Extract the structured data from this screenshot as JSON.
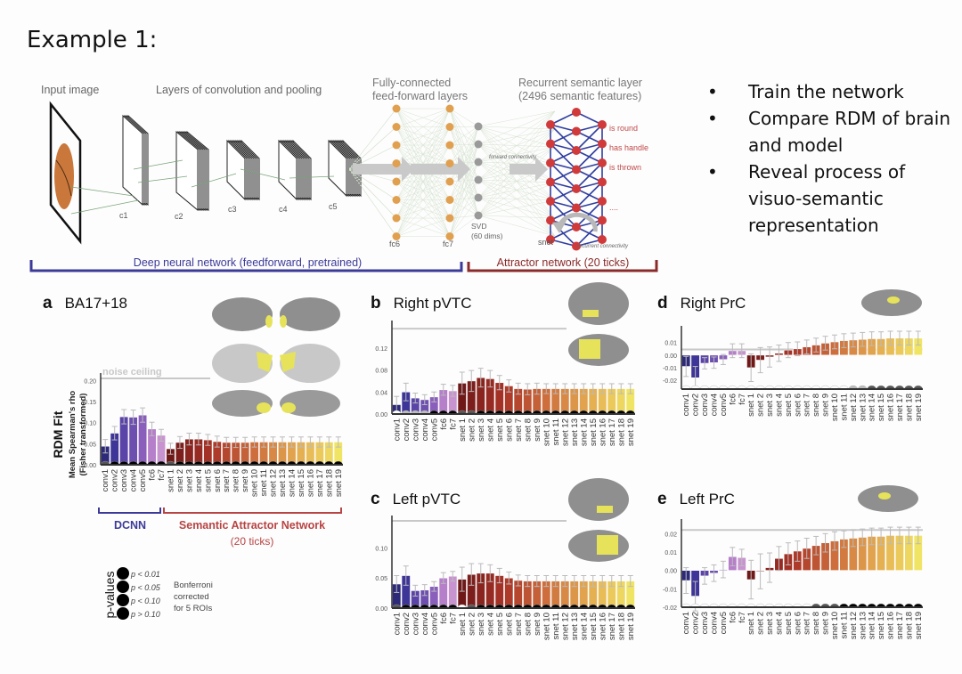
{
  "slide": {
    "title": "Example 1:",
    "bullets": [
      {
        "marker": "•",
        "text": "Train the network"
      },
      {
        "marker": "•",
        "text": "Compare RDM of brain and model"
      },
      {
        "marker": "•",
        "text": "Reveal process of visuo-semantic representation"
      }
    ]
  },
  "diagram": {
    "input_label": "Input image",
    "conv_label": "Layers of convolution and pooling",
    "fc_label_line1": "Fully-connected",
    "fc_label_line2": "feed-forward layers",
    "rec_label_line1": "Recurrent semantic layer",
    "rec_label_line2": "(2496 semantic features)",
    "conv_layers": [
      "c1",
      "c2",
      "c3",
      "c4",
      "c5"
    ],
    "fc_layers": [
      "fc6",
      "fc7"
    ],
    "svd_label_line1": "SVD",
    "svd_label_line2": "(60 dims)",
    "snet_label": "snet",
    "forward_label": "forward connectivity",
    "recurrent_label": "recurrent connectivity",
    "features": [
      "is round",
      "has handle",
      "is thrown",
      "...."
    ],
    "dnn_bracket_label": "Deep neural network (feedforward, pretrained)",
    "attractor_bracket_label": "Attractor network (20 ticks)",
    "colors": {
      "dnn": "#3b3a99",
      "attractor": "#8b2a2a",
      "fc_node": "#e0a050",
      "svd_node": "#9a9a9a",
      "snet_node": "#d03a3a",
      "snet_edge": "#2f3ea0",
      "feature_text": "#c24a4a"
    }
  },
  "legend": {
    "dcnn_label": "DCNN",
    "san_label": "Semantic Attractor Network",
    "san_sub": "(20 ticks)",
    "pvalues_title": "p-values",
    "pvalue_items": [
      "p < 0.01",
      "p < 0.05",
      "p < 0.10",
      "p > 0.10"
    ],
    "pvalue_colors": [
      "#000000",
      "#555555",
      "#bbbbbb",
      "#ffffff"
    ],
    "correction_line1": "Bonferroni",
    "correction_line2": "corrected",
    "correction_line3": "for 5 ROIs"
  },
  "chart_data": [
    {
      "type": "bar",
      "panel": "a",
      "title": "BA17+18",
      "ylabel": "RDM Fit",
      "ylabel_sub1": "Mean Spearman's rho",
      "ylabel_sub2": "(Fisher transformed)",
      "noise_ceiling_label": "noise ceiling",
      "noise_ceiling": 0.205,
      "ylim": [
        0,
        0.205
      ],
      "yticks": [
        0.0,
        0.05,
        0.1,
        0.15,
        0.2
      ],
      "ytick_labels": [
        "0.00",
        "0.05",
        "0.10",
        "0.15",
        "0.20"
      ],
      "categories": [
        "conv1",
        "conv2",
        "conv3",
        "conv4",
        "conv5",
        "fc6",
        "fc7",
        "snet 1",
        "snet 2",
        "snet 3",
        "snet 4",
        "snet 5",
        "snet 6",
        "snet 7",
        "snet 8",
        "snet 9",
        "snet 10",
        "snet 11",
        "snet 12",
        "snet 13",
        "snet 14",
        "snet 15",
        "snet 16",
        "snet 17",
        "snet 18",
        "snet 19"
      ],
      "values": [
        0.044,
        0.075,
        0.114,
        0.113,
        0.118,
        0.085,
        0.07,
        0.038,
        0.053,
        0.061,
        0.061,
        0.059,
        0.055,
        0.053,
        0.053,
        0.053,
        0.054,
        0.054,
        0.054,
        0.054,
        0.054,
        0.054,
        0.054,
        0.054,
        0.054,
        0.054
      ],
      "errors": [
        0.016,
        0.016,
        0.017,
        0.017,
        0.017,
        0.016,
        0.014,
        0.013,
        0.014,
        0.014,
        0.014,
        0.013,
        0.013,
        0.012,
        0.012,
        0.012,
        0.012,
        0.012,
        0.012,
        0.012,
        0.012,
        0.012,
        0.012,
        0.012,
        0.012,
        0.012
      ],
      "significance": [
        "p<0.05",
        "p<0.01",
        "p<0.01",
        "p<0.01",
        "p<0.01",
        "p<0.01",
        "p<0.01",
        "p<0.05",
        "p<0.01",
        "p<0.01",
        "p<0.01",
        "p<0.01",
        "p<0.01",
        "p<0.01",
        "p<0.01",
        "p<0.01",
        "p<0.01",
        "p<0.01",
        "p<0.01",
        "p<0.01",
        "p<0.01",
        "p<0.01",
        "p<0.01",
        "p<0.01",
        "p<0.01",
        "p<0.01"
      ]
    },
    {
      "type": "bar",
      "panel": "b",
      "title": "Right pVTC",
      "noise_ceiling": 0.155,
      "ylim": [
        0,
        0.16
      ],
      "yticks": [
        0.0,
        0.04,
        0.08,
        0.12
      ],
      "ytick_labels": [
        "0.00",
        "0.04",
        "0.08",
        "0.12"
      ],
      "categories": [
        "conv1",
        "conv2",
        "conv3",
        "conv4",
        "conv5",
        "fc6",
        "fc7",
        "snet 1",
        "snet 2",
        "snet 3",
        "snet 4",
        "snet 5",
        "snet 6",
        "snet 7",
        "snet 8",
        "snet 9",
        "snet 10",
        "snet 11",
        "snet 12",
        "snet 13",
        "snet 14",
        "snet 15",
        "snet 16",
        "snet 17",
        "snet 18",
        "snet 19"
      ],
      "values": [
        0.017,
        0.04,
        0.029,
        0.026,
        0.031,
        0.044,
        0.042,
        0.056,
        0.06,
        0.066,
        0.064,
        0.057,
        0.051,
        0.046,
        0.045,
        0.046,
        0.046,
        0.046,
        0.046,
        0.046,
        0.046,
        0.046,
        0.046,
        0.046,
        0.046,
        0.046
      ],
      "errors": [
        0.015,
        0.016,
        0.009,
        0.009,
        0.009,
        0.01,
        0.01,
        0.02,
        0.019,
        0.017,
        0.015,
        0.013,
        0.011,
        0.01,
        0.01,
        0.01,
        0.009,
        0.009,
        0.009,
        0.009,
        0.009,
        0.009,
        0.009,
        0.009,
        0.009,
        0.009
      ],
      "significance": [
        "p>0.10",
        "p<0.10",
        "p<0.10",
        "p<0.10",
        "p<0.01",
        "p<0.01",
        "p<0.01",
        "p<0.05",
        "p<0.05",
        "p<0.01",
        "p<0.01",
        "p<0.01",
        "p<0.01",
        "p<0.01",
        "p<0.01",
        "p<0.01",
        "p<0.01",
        "p<0.01",
        "p<0.01",
        "p<0.01",
        "p<0.01",
        "p<0.01",
        "p<0.01",
        "p<0.01",
        "p<0.01",
        "p<0.01"
      ]
    },
    {
      "type": "bar",
      "panel": "c",
      "title": "Left pVTC",
      "noise_ceiling": 0.145,
      "ylim": [
        0,
        0.145
      ],
      "yticks": [
        0.0,
        0.05,
        0.1
      ],
      "ytick_labels": [
        "0.00",
        "0.05",
        "0.10"
      ],
      "categories": [
        "conv1",
        "conv2",
        "conv3",
        "conv4",
        "conv5",
        "fc6",
        "fc7",
        "snet 1",
        "snet 2",
        "snet 3",
        "snet 4",
        "snet 5",
        "snet 6",
        "snet 7",
        "snet 8",
        "snet 9",
        "snet 10",
        "snet 11",
        "snet 12",
        "snet 13",
        "snet 14",
        "snet 15",
        "snet 16",
        "snet 17",
        "snet 18",
        "snet 19"
      ],
      "values": [
        0.04,
        0.054,
        0.029,
        0.03,
        0.036,
        0.05,
        0.053,
        0.048,
        0.056,
        0.058,
        0.058,
        0.054,
        0.05,
        0.046,
        0.045,
        0.045,
        0.045,
        0.045,
        0.045,
        0.045,
        0.045,
        0.045,
        0.045,
        0.045,
        0.045,
        0.045
      ],
      "errors": [
        0.014,
        0.016,
        0.009,
        0.009,
        0.008,
        0.009,
        0.008,
        0.02,
        0.018,
        0.016,
        0.014,
        0.012,
        0.01,
        0.009,
        0.009,
        0.009,
        0.009,
        0.009,
        0.009,
        0.009,
        0.009,
        0.009,
        0.009,
        0.009,
        0.009,
        0.009
      ],
      "significance": [
        "p<0.05",
        "p<0.01",
        "p<0.01",
        "p<0.01",
        "p<0.01",
        "p<0.01",
        "p<0.01",
        "p>0.10",
        "p<0.05",
        "p<0.01",
        "p<0.01",
        "p<0.01",
        "p<0.01",
        "p<0.01",
        "p<0.01",
        "p<0.01",
        "p<0.01",
        "p<0.01",
        "p<0.01",
        "p<0.01",
        "p<0.01",
        "p<0.01",
        "p<0.01",
        "p<0.01",
        "p<0.01",
        "p<0.01"
      ]
    },
    {
      "type": "bar",
      "panel": "d",
      "title": "Right PrC",
      "noise_ceiling": 0.0045,
      "ylim": [
        -0.027,
        0.019
      ],
      "yticks": [
        -0.02,
        -0.01,
        0.0,
        0.01
      ],
      "ytick_labels": [
        "-0.02",
        "-0.01",
        "0.00",
        "0.01"
      ],
      "categories": [
        "conv1",
        "conv2",
        "conv3",
        "conv4",
        "conv5",
        "fc6",
        "fc7",
        "snet 1",
        "snet 2",
        "snet 3",
        "snet 4",
        "snet 5",
        "snet 6",
        "snet 7",
        "snet 8",
        "snet 9",
        "snet 10",
        "snet 11",
        "snet 12",
        "snet 13",
        "snet 14",
        "snet 15",
        "snet 16",
        "snet 17",
        "snet 18",
        "snet 19"
      ],
      "values": [
        -0.009,
        -0.018,
        -0.0065,
        -0.006,
        -0.0035,
        0.0035,
        0.0035,
        -0.01,
        -0.004,
        -0.0015,
        0.0015,
        0.004,
        0.005,
        0.0065,
        0.008,
        0.0095,
        0.0105,
        0.0115,
        0.012,
        0.0125,
        0.013,
        0.013,
        0.0135,
        0.0135,
        0.0135,
        0.0135
      ],
      "errors": [
        0.008,
        0.009,
        0.0045,
        0.0045,
        0.004,
        0.0055,
        0.0055,
        0.011,
        0.01,
        0.008,
        0.0065,
        0.006,
        0.0055,
        0.0055,
        0.0055,
        0.0055,
        0.0055,
        0.0055,
        0.0055,
        0.0055,
        0.0055,
        0.0055,
        0.0055,
        0.0055,
        0.0055,
        0.0055
      ],
      "significance": [
        "p>0.10",
        "p>0.10",
        "p>0.10",
        "p>0.10",
        "p>0.10",
        "p>0.10",
        "p>0.10",
        "p>0.10",
        "p>0.10",
        "p>0.10",
        "p>0.10",
        "p>0.10",
        "p>0.10",
        "p>0.10",
        "p>0.10",
        "p>0.10",
        "p>0.10",
        "p>0.10",
        "p<0.10",
        "p<0.10",
        "p<0.05",
        "p<0.05",
        "p<0.05",
        "p<0.05",
        "p<0.05",
        "p<0.05"
      ]
    },
    {
      "type": "bar",
      "panel": "e",
      "title": "Left PrC",
      "noise_ceiling": 0.022,
      "ylim": [
        -0.02,
        0.025
      ],
      "yticks": [
        -0.02,
        -0.01,
        0.0,
        0.01,
        0.02
      ],
      "ytick_labels": [
        "-0.02",
        "-0.01",
        "0.00",
        "0.01",
        "0.02"
      ],
      "categories": [
        "conv1",
        "conv2",
        "conv3",
        "conv4",
        "conv5",
        "fc6",
        "fc7",
        "snet 1",
        "snet 2",
        "snet 3",
        "snet 4",
        "snet 5",
        "snet 6",
        "snet 7",
        "snet 8",
        "snet 9",
        "snet 10",
        "snet 11",
        "snet 12",
        "snet 13",
        "snet 14",
        "snet 15",
        "snet 16",
        "snet 17",
        "snet 18",
        "snet 19"
      ],
      "values": [
        -0.0055,
        -0.014,
        -0.003,
        -0.0015,
        0.0005,
        0.0075,
        0.007,
        -0.005,
        -0.0005,
        0.0015,
        0.0065,
        0.009,
        0.0105,
        0.012,
        0.0135,
        0.015,
        0.016,
        0.017,
        0.0175,
        0.018,
        0.0185,
        0.0185,
        0.019,
        0.019,
        0.019,
        0.019
      ],
      "errors": [
        0.007,
        0.008,
        0.0045,
        0.0045,
        0.0045,
        0.005,
        0.0045,
        0.0105,
        0.0095,
        0.008,
        0.0065,
        0.006,
        0.0055,
        0.0055,
        0.005,
        0.005,
        0.005,
        0.0045,
        0.0045,
        0.0045,
        0.0045,
        0.0045,
        0.0045,
        0.0045,
        0.0045,
        0.0045
      ],
      "significance": [
        "p>0.10",
        "p>0.10",
        "p>0.10",
        "p>0.10",
        "p>0.10",
        "p>0.10",
        "p>0.10",
        "p>0.10",
        "p>0.10",
        "p>0.10",
        "p>0.10",
        "p>0.10",
        "p>0.10",
        "p>0.10",
        "p<0.05",
        "p<0.05",
        "p<0.05",
        "p<0.01",
        "p<0.01",
        "p<0.01",
        "p<0.01",
        "p<0.01",
        "p<0.01",
        "p<0.01",
        "p<0.01",
        "p<0.01"
      ]
    }
  ]
}
